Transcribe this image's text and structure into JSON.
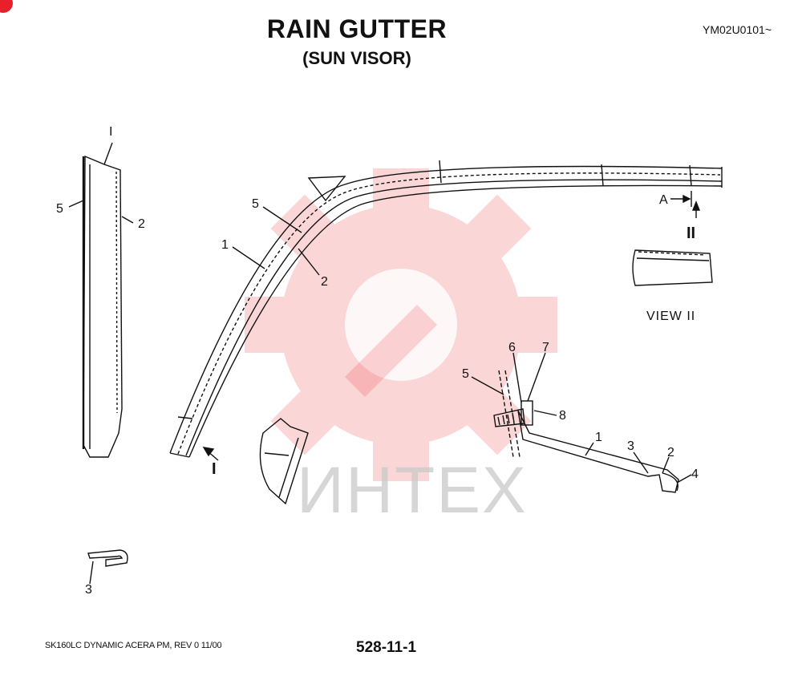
{
  "header": {
    "title": "RAIN GUTTER",
    "subtitle": "(SUN VISOR)",
    "doc_id": "YM02U0101~"
  },
  "footer": {
    "left": "SK160LC DYNAMIC ACERA PM,  REV 0 11/00",
    "page_number": "528-11-1"
  },
  "watermark": {
    "text": "ИНТЕХ",
    "color": "#e8202a"
  },
  "callouts": {
    "left_view": {
      "top": "I",
      "label_5": "5",
      "label_2": "2"
    },
    "main": {
      "label_5": "5",
      "label_1": "1",
      "label_2": "2",
      "label_A": "A",
      "label_II": "II",
      "label_I": "I"
    },
    "view_ii": {
      "caption": "VIEW  II"
    },
    "detail": {
      "label_6": "6",
      "label_7": "7",
      "label_5": "5",
      "label_8": "8",
      "label_1": "1",
      "label_3": "3",
      "label_2": "2",
      "label_4": "4"
    },
    "clip": {
      "label_3": "3"
    }
  }
}
